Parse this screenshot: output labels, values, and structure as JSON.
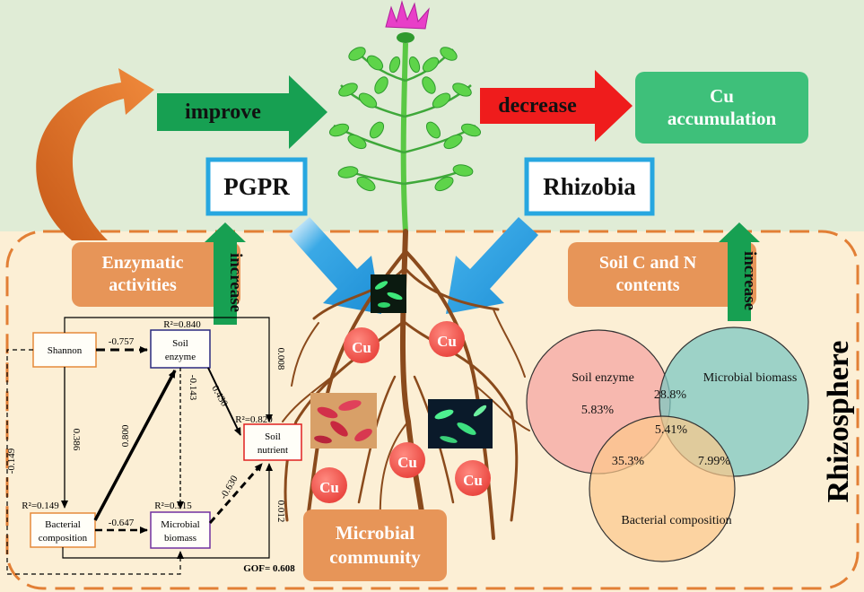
{
  "top": {
    "improve": "improve",
    "decrease": "decrease",
    "cu_accumulation_line1": "Cu",
    "cu_accumulation_line2": "accumulation",
    "pgpr": "PGPR",
    "rhizobia": "Rhizobia"
  },
  "rhizosphere_label": "Rhizosphere",
  "boxes": {
    "enzymatic_line1": "Enzymatic",
    "enzymatic_line2": "activities",
    "soil_cn_line1": "Soil C and N",
    "soil_cn_line2": "contents",
    "microbial_line1": "Microbial",
    "microbial_line2": "community",
    "increase": "increase"
  },
  "cu_label": "Cu",
  "sem": {
    "nodes": {
      "shannon": "Shannon",
      "soil_enzyme_1": "Soil",
      "soil_enzyme_2": "enzyme",
      "soil_nutrient_1": "Soil",
      "soil_nutrient_2": "nutrient",
      "bacterial_1": "Bacterial",
      "bacterial_2": "composition",
      "microbial_1": "Microbial",
      "microbial_2": "biomass"
    },
    "r2": {
      "soil_enzyme": "R²=0.840",
      "soil_nutrient": "R²=0.820",
      "bacterial": "R²=0.149",
      "microbial": "R²=0.515"
    },
    "coefficients": {
      "shannon_enzyme": "-0.757",
      "shannon_bacterial": "0.386",
      "bacterial_enzyme": "0.800",
      "bacterial_microbial": "-0.647",
      "enzyme_microbial": "-0.143",
      "enzyme_nutrient": "0.430",
      "microbial_nutrient": "-0.630",
      "left_outer": "-0.149",
      "top_outer": "0.008",
      "bottom_outer": "0.012"
    },
    "gof": "GOF= 0.608"
  },
  "venn": {
    "soil_enzyme": "Soil enzyme",
    "microbial_biomass": "Microbial biomass",
    "bacterial_composition": "Bacterial composition",
    "v_enzyme": "5.83%",
    "v_enzyme_microbial": "28.8%",
    "v_center": "5.41%",
    "v_enzyme_bacterial": "35.3%",
    "v_microbial_bacterial": "7.99%"
  },
  "colors": {
    "bg_top": "#e0ecd6",
    "bg_bottom": "#fcefd5",
    "orange_box": "#e79558",
    "green_arrow": "#17a052",
    "red_arrow": "#ef1c1c",
    "blue_border": "#27a7e0",
    "cu_circle": "#f15a4f"
  }
}
